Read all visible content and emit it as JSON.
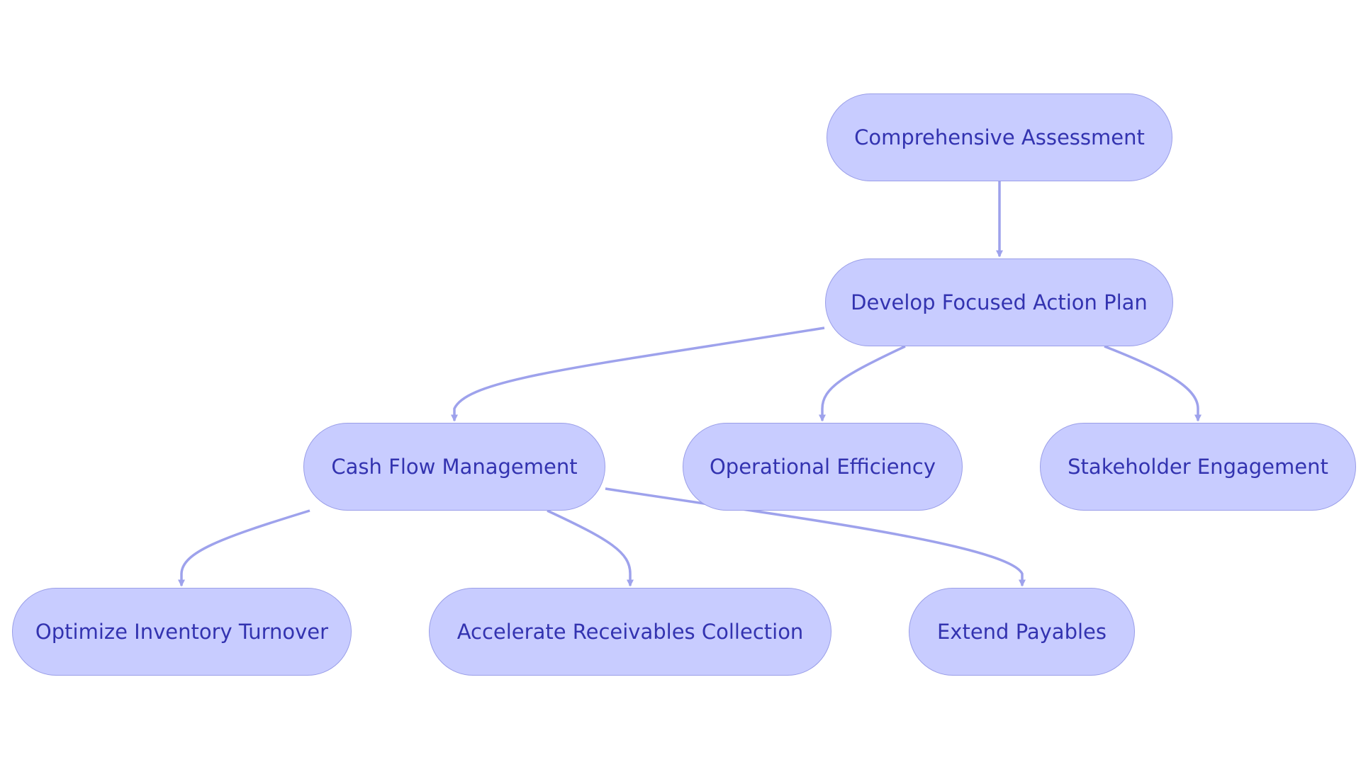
{
  "diagram": {
    "nodes": [
      {
        "id": "assessment",
        "label": "Comprehensive Assessment"
      },
      {
        "id": "plan",
        "label": "Develop Focused Action Plan"
      },
      {
        "id": "cashflow",
        "label": "Cash Flow Management"
      },
      {
        "id": "operational",
        "label": "Operational Efficiency"
      },
      {
        "id": "stakeholder",
        "label": "Stakeholder Engagement"
      },
      {
        "id": "inventory",
        "label": "Optimize Inventory Turnover"
      },
      {
        "id": "receivables",
        "label": "Accelerate Receivables Collection"
      },
      {
        "id": "payables",
        "label": "Extend Payables"
      }
    ],
    "edges": [
      {
        "from": "assessment",
        "to": "plan"
      },
      {
        "from": "plan",
        "to": "cashflow"
      },
      {
        "from": "plan",
        "to": "operational"
      },
      {
        "from": "plan",
        "to": "stakeholder"
      },
      {
        "from": "cashflow",
        "to": "inventory"
      },
      {
        "from": "cashflow",
        "to": "receivables"
      },
      {
        "from": "cashflow",
        "to": "payables"
      }
    ],
    "colors": {
      "node_fill": "#c8ccff",
      "node_border": "#9a9ee8",
      "text": "#3333b0",
      "edge": "#9ea2ec"
    }
  }
}
